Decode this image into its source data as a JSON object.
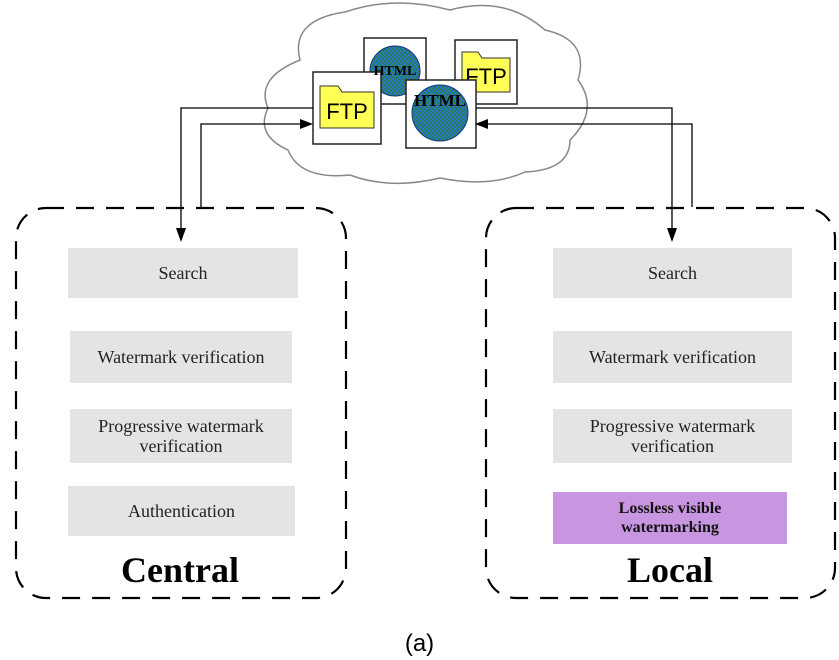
{
  "icons": {
    "ftp_label": "FTP",
    "html_label": "HTML"
  },
  "central": {
    "title": "Central",
    "items": [
      {
        "line1": "Search",
        "line2": ""
      },
      {
        "line1": "Watermark verification",
        "line2": ""
      },
      {
        "line1": "Progressive watermark",
        "line2": "verification"
      },
      {
        "line1": "Authentication",
        "line2": ""
      }
    ]
  },
  "local": {
    "title": "Local",
    "items": [
      {
        "line1": "Search",
        "line2": ""
      },
      {
        "line1": "Watermark verification",
        "line2": ""
      },
      {
        "line1": "Progressive watermark",
        "line2": "verification"
      },
      {
        "line1": "Lossless visible",
        "line2": "watermarking"
      }
    ],
    "highlight_color": "#c896e0"
  },
  "caption": "(a)"
}
